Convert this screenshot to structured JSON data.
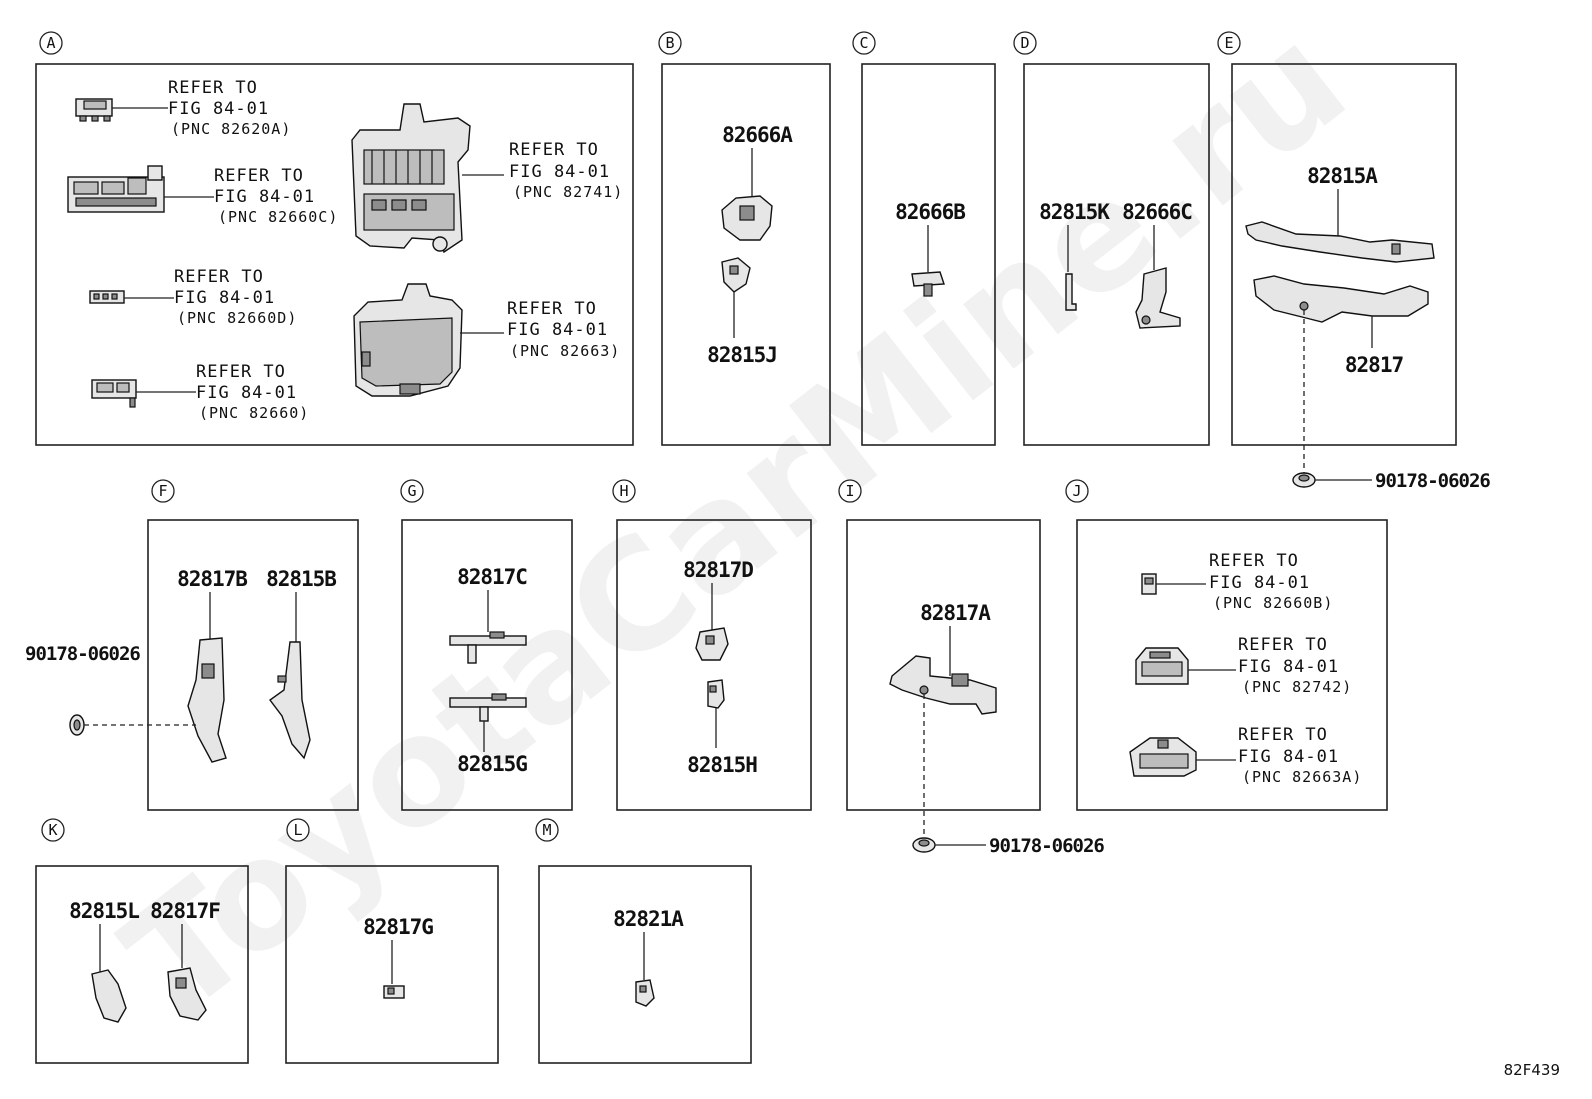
{
  "watermark": "ToyotaCarMine.ru",
  "figure_code": "82F439",
  "refer_line1": "REFER TO",
  "refer_line2": "FIG 84-01",
  "sections": [
    "A",
    "B",
    "C",
    "D",
    "E",
    "F",
    "G",
    "H",
    "I",
    "J",
    "K",
    "L",
    "M"
  ],
  "refs": {
    "a1": "(PNC 82620A)",
    "a2": "(PNC 82660C)",
    "a3": "(PNC 82660D)",
    "a4": "(PNC 82660)",
    "a5": "(PNC 82741)",
    "a6": "(PNC 82663)",
    "j1": "(PNC 82660B)",
    "j2": "(PNC 82742)",
    "j3": "(PNC 82663A)"
  },
  "parts": {
    "b1": "82666A",
    "b2": "82815J",
    "c1": "82666B",
    "d1": "82815K",
    "d2": "82666C",
    "e1": "82815A",
    "e2": "82817",
    "e_clip": "90178-06026",
    "f1": "82817B",
    "f2": "82815B",
    "f_clip": "90178-06026",
    "g1": "82817C",
    "g2": "82815G",
    "h1": "82817D",
    "h2": "82815H",
    "i1": "82817A",
    "i_clip": "90178-06026",
    "k1": "82815L",
    "k2": "82817F",
    "l1": "82817G",
    "m1": "82821A"
  }
}
